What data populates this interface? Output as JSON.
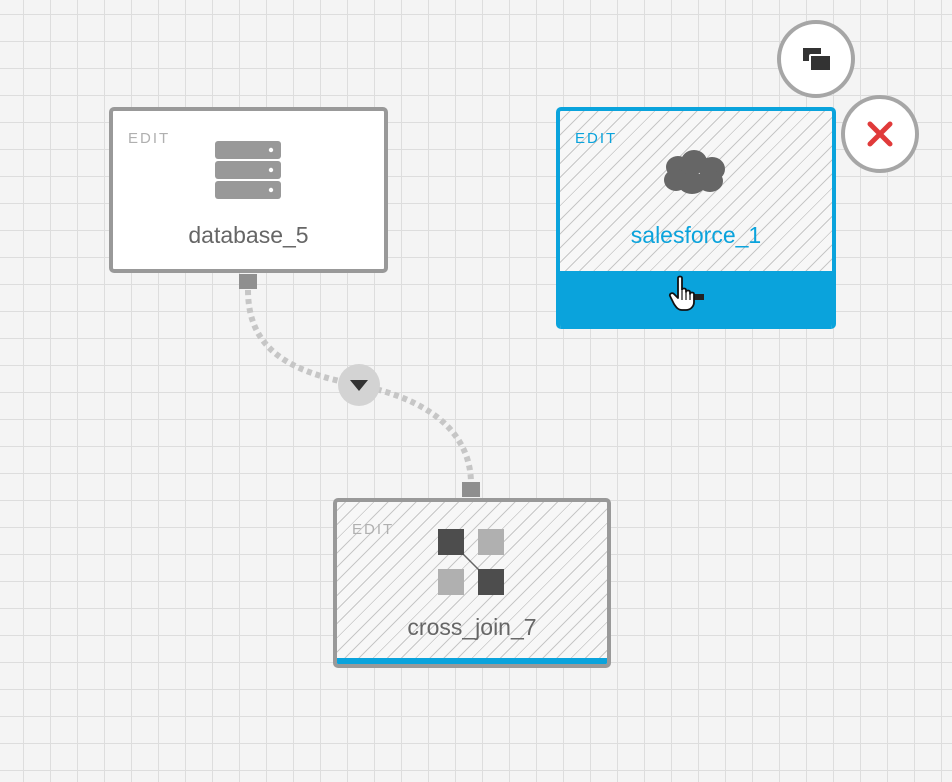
{
  "canvas": {
    "grid_color": "#dddddd",
    "background": "#f4f4f4",
    "accent_color": "#0aa3dc"
  },
  "nodes": [
    {
      "id": "database_5",
      "edit_label": "EDIT",
      "label": "database_5",
      "icon": "database-icon",
      "selected": false
    },
    {
      "id": "salesforce_1",
      "edit_label": "EDIT",
      "label": "salesforce_1",
      "icon": "cloud-icon",
      "selected": true
    },
    {
      "id": "cross_join_7",
      "edit_label": "EDIT",
      "label": "cross_join_7",
      "icon": "cross-join-icon",
      "selected": false
    }
  ],
  "connections": [
    {
      "from": "database_5",
      "to": "cross_join_7",
      "control": "chevron-down-icon"
    }
  ],
  "actions": {
    "duplicate_icon": "duplicate-icon",
    "delete_icon": "close-icon",
    "delete_color": "#e03a3a"
  },
  "cursor": "hand-pointer-icon"
}
